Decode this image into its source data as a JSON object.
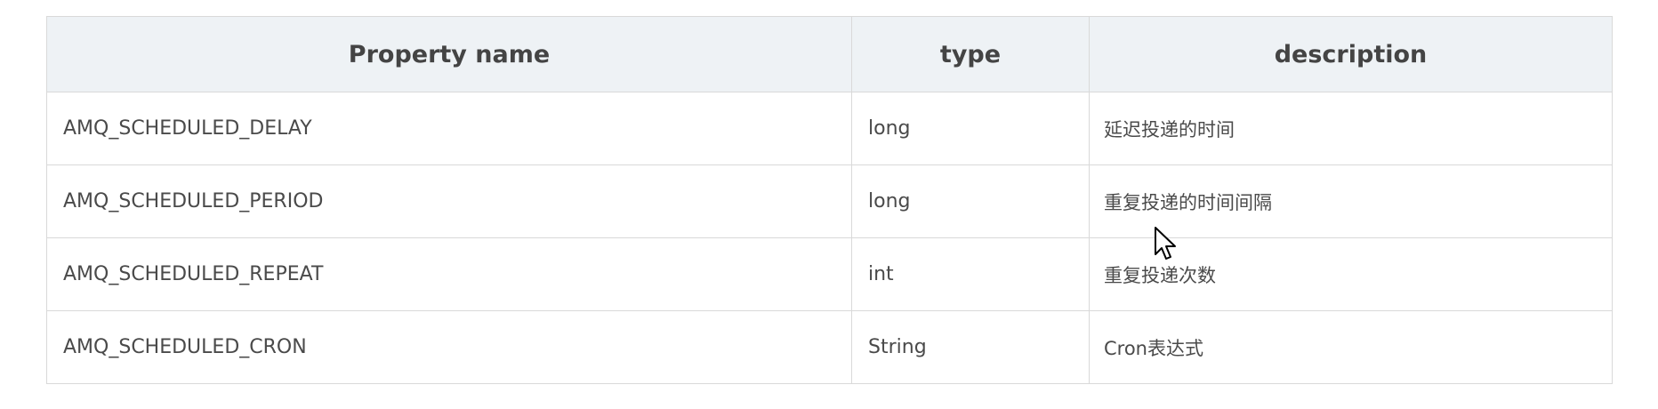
{
  "table": {
    "headers": [
      "Property name",
      "type",
      "description"
    ],
    "rows": [
      {
        "name": "AMQ_SCHEDULED_DELAY",
        "type": "long",
        "description": "延迟投递的时间"
      },
      {
        "name": "AMQ_SCHEDULED_PERIOD",
        "type": "long",
        "description": "重复投递的时间间隔"
      },
      {
        "name": "AMQ_SCHEDULED_REPEAT",
        "type": "int",
        "description": "重复投递次数"
      },
      {
        "name": "AMQ_SCHEDULED_CRON",
        "type": "String",
        "description": "Cron表达式"
      }
    ]
  },
  "icons": {
    "cursor": "mouse-pointer-icon"
  },
  "colors": {
    "header_bg": "#eef2f5",
    "border": "#d9d9d9",
    "text": "#4a4a4a"
  }
}
